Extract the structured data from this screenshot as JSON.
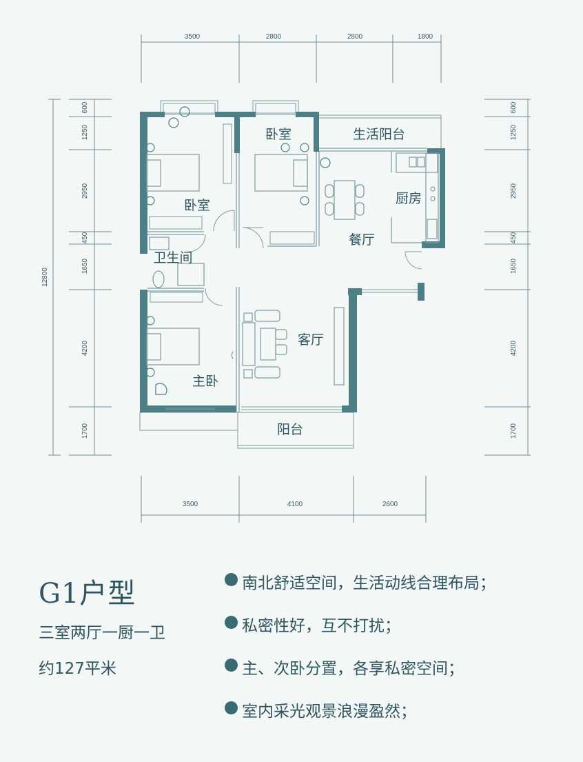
{
  "plan": {
    "top_dims": [
      "3500",
      "2800",
      "2800",
      "1800"
    ],
    "bottom_dims": [
      "3500",
      "4100",
      "2600"
    ],
    "left_dims": [
      "600",
      "1250",
      "2950",
      "450",
      "1650",
      "4200",
      "1700"
    ],
    "total_height": "12800",
    "right_dims": [
      "600",
      "1250",
      "2950",
      "450",
      "1650",
      "4200",
      "1700"
    ],
    "rooms": {
      "bedroom_nw": "卧室",
      "bedroom_n": "卧室",
      "service_balcony": "生活阳台",
      "kitchen": "厨房",
      "dining": "餐厅",
      "bathroom": "卫生间",
      "living": "客厅",
      "master": "主卧",
      "balcony": "阳台"
    }
  },
  "info": {
    "title": "G1户型",
    "layout": "三室两厅一厨一卫",
    "area": "约127平米"
  },
  "features": [
    "南北舒适空间，生活动线合理布局；",
    "私密性好，互不打扰；",
    "主、次卧分置，各享私密空间；",
    "室内采光观景浪漫盈然；"
  ],
  "colors": {
    "wall": "#4d7f86",
    "line": "#7c9aa0",
    "text": "#2e5560",
    "bg": "#f3f8f7"
  }
}
